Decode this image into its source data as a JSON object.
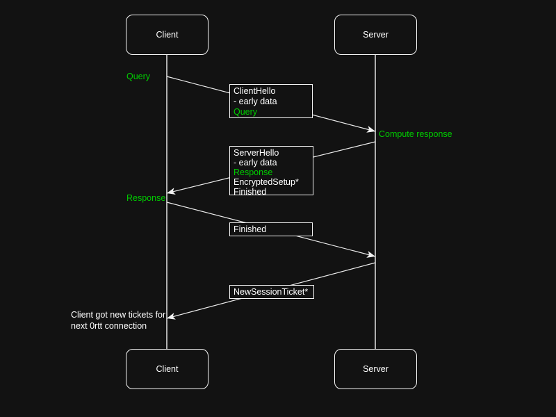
{
  "colors": {
    "background": "#121212",
    "line": "#ededed",
    "text": "#ffffff",
    "accent_green": "#00cc00"
  },
  "actors": {
    "client": "Client",
    "server": "Server"
  },
  "side_labels": {
    "query": "Query",
    "compute_response": "Compute response",
    "response": "Response"
  },
  "note": "Client got new tickets for\nnext 0rtt connection",
  "message_boxes": [
    {
      "id": "client-hello",
      "lines": [
        {
          "text": "ClientHello"
        },
        {
          "text": "- early data"
        },
        {
          "text": "Query"
        }
      ]
    },
    {
      "id": "server-hello",
      "lines": [
        {
          "text": "ServerHello"
        },
        {
          "text": "- early data"
        },
        {
          "text": "Response"
        },
        {
          "text": "EncryptedSetup*"
        },
        {
          "text": "Finished"
        }
      ]
    },
    {
      "id": "finished",
      "lines": [
        {
          "text": "Finished"
        }
      ]
    },
    {
      "id": "new-session-ticket",
      "lines": [
        {
          "text": "NewSessionTicket*"
        }
      ]
    }
  ]
}
